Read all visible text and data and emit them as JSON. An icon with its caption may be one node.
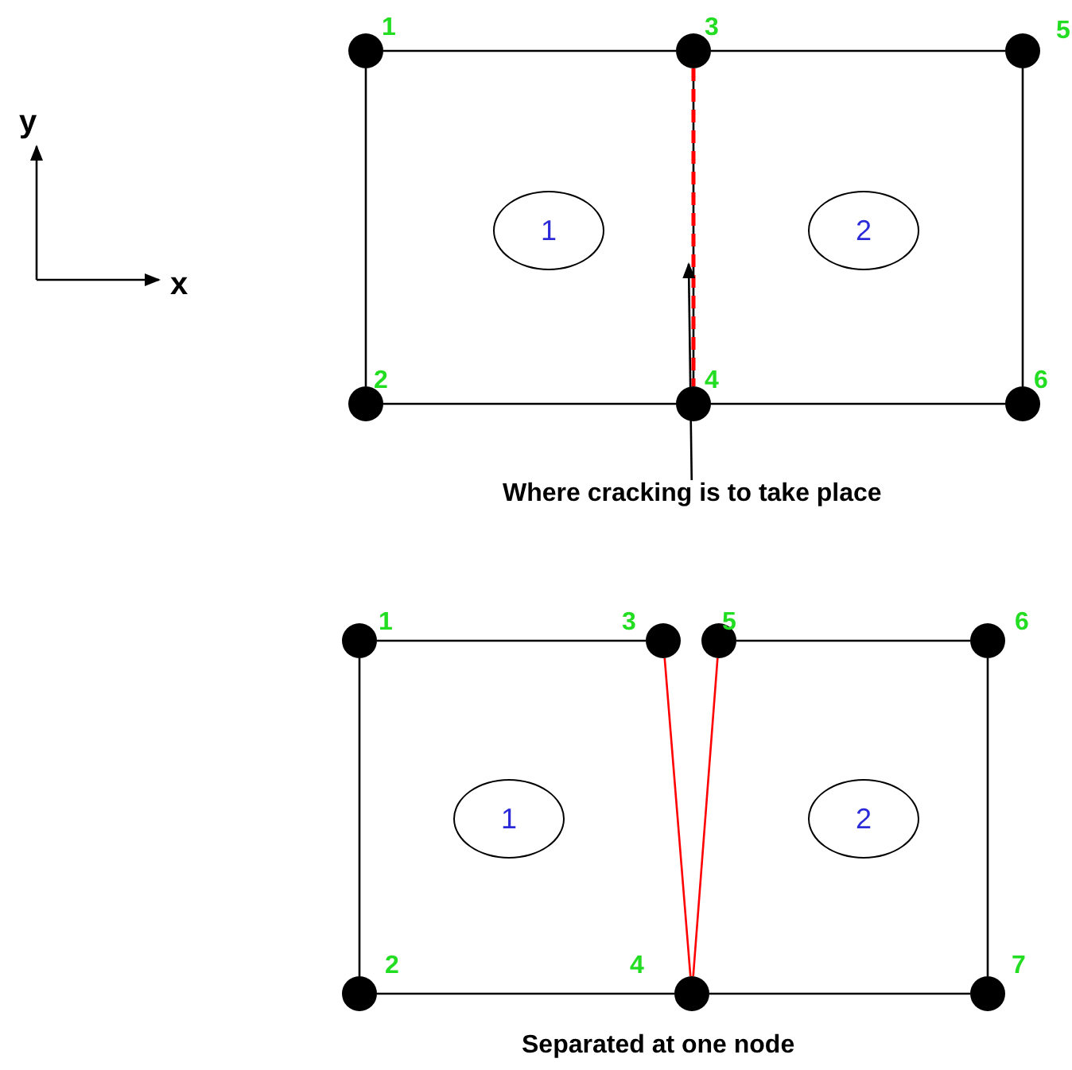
{
  "diagram": {
    "nodes": [
      {
        "text": [],
        "shape": "circle",
        "beside": [
          "1"
        ]
      },
      {
        "text": [],
        "shape": "circle",
        "beside": [
          "3"
        ]
      },
      {
        "text": [],
        "shape": "circle",
        "beside": [
          "5"
        ]
      },
      {
        "text": [
          "1"
        ]
      },
      {
        "text": [
          "2"
        ]
      },
      {
        "text": [],
        "shape": "circle",
        "beside": [
          "2"
        ]
      },
      {
        "text": [],
        "shape": "circle",
        "beside": [
          "4"
        ]
      },
      {
        "text": [],
        "shape": "circle",
        "beside": [
          "6"
        ]
      },
      {
        "text": [
          "Where cracking is to take place"
        ]
      },
      {
        "text": [],
        "shape": "circle",
        "beside": [
          "1"
        ]
      },
      {
        "text": [],
        "shape": "circle",
        "beside": [
          "3"
        ]
      },
      {
        "text": [],
        "shape": "circle",
        "beside": [
          "5"
        ]
      },
      {
        "text": [],
        "shape": "circle",
        "beside": [
          "6"
        ]
      },
      {
        "text": [
          "1"
        ]
      },
      {
        "text": [
          "2"
        ]
      },
      {
        "text": [],
        "shape": "circle",
        "beside": [
          "2"
        ]
      },
      {
        "text": [],
        "shape": "circle",
        "beside": [
          "4"
        ]
      },
      {
        "text": [],
        "shape": "circle",
        "beside": [
          "7"
        ]
      }
    ],
    "edges": [
      {
        "from": 0,
        "to": 1,
        "arrow": "none"
      },
      {
        "from": 1,
        "to": 2,
        "arrow": "none"
      },
      {
        "from": 0,
        "to": 5,
        "arrow": "none"
      },
      {
        "from": 1,
        "to": 6,
        "arrow": "none"
      },
      {
        "from": 1,
        "to": 6,
        "arrow": "none",
        "style": "dashed",
        "color": "#ff0000"
      },
      {
        "from": 2,
        "to": 7,
        "arrow": "none"
      },
      {
        "from": 5,
        "to": 6,
        "arrow": "none"
      },
      {
        "from": 6,
        "to": 7,
        "arrow": "none"
      },
      {
        "from": 8,
        "to": null,
        "arrow": "to"
      },
      {
        "from": 9,
        "to": 10,
        "arrow": "none"
      },
      {
        "from": 11,
        "to": 12,
        "arrow": "none"
      },
      {
        "from": 9,
        "to": 15,
        "arrow": "none"
      },
      {
        "from": 16,
        "to": 10,
        "arrow": "none",
        "color": "#ff0000"
      },
      {
        "from": 16,
        "to": 11,
        "arrow": "none",
        "color": "#ff0000"
      },
      {
        "from": 12,
        "to": 17,
        "arrow": "none"
      },
      {
        "from": 15,
        "to": 16,
        "arrow": "none"
      },
      {
        "from": 16,
        "to": 17,
        "arrow": "none"
      }
    ],
    "labels": [
      "y",
      "x",
      "Separated at one node"
    ]
  }
}
